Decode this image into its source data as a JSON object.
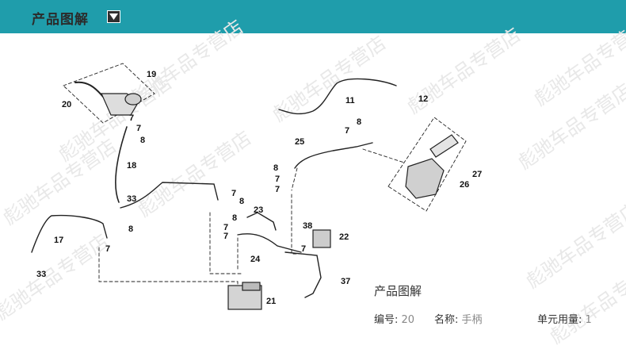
{
  "header": {
    "title": "产品图解"
  },
  "watermark": "彪驰车品专营店",
  "diagram": {
    "callouts": [
      "19",
      "20",
      "7",
      "7",
      "8",
      "18",
      "33",
      "17",
      "8",
      "7",
      "7",
      "8",
      "33",
      "23",
      "8",
      "7",
      "7",
      "24",
      "21",
      "38",
      "7",
      "22",
      "37",
      "11",
      "12",
      "8",
      "7",
      "25",
      "8",
      "7",
      "7",
      "27",
      "26"
    ]
  },
  "info": {
    "title": "产品图解",
    "number_label": "编号:",
    "number_value": "20",
    "name_label": "名称:",
    "name_value": "手柄",
    "qty_label": "单元用量:",
    "qty_value": "1"
  }
}
